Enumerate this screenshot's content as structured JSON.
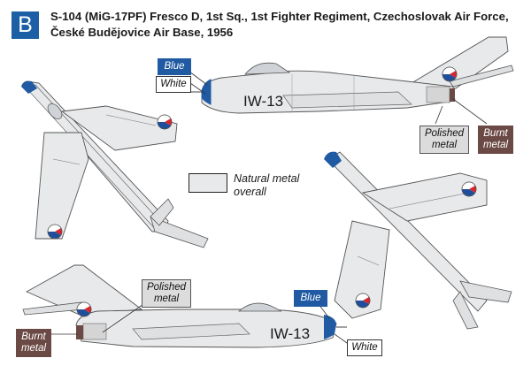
{
  "scheme": {
    "letter": "B",
    "title": "S-104 (MiG-17PF) Fresco D, 1st Sq., 1st Fighter Regiment, Czechoslovak Air Force, České Budějovice Air Base, 1956"
  },
  "aircraft": {
    "code": "IW-13"
  },
  "callouts": {
    "blue": "Blue",
    "white": "White",
    "polished_metal": [
      "Polished",
      "metal"
    ],
    "burnt_metal": [
      "Burnt",
      "metal"
    ]
  },
  "legend": {
    "natural_metal": [
      "Natural metal",
      "overall"
    ]
  },
  "colors": {
    "badge": "#1d5fa4",
    "blue_nose": "#1f5aa3",
    "burnt_metal": "#6b4944",
    "polished_metal": "#dcdcdc",
    "natural_metal": "#e8e9eb",
    "roundel_red": "#d7262e",
    "roundel_blue": "#1f4f9a"
  },
  "icons": [
    "czechoslovak-roundel-icon"
  ]
}
